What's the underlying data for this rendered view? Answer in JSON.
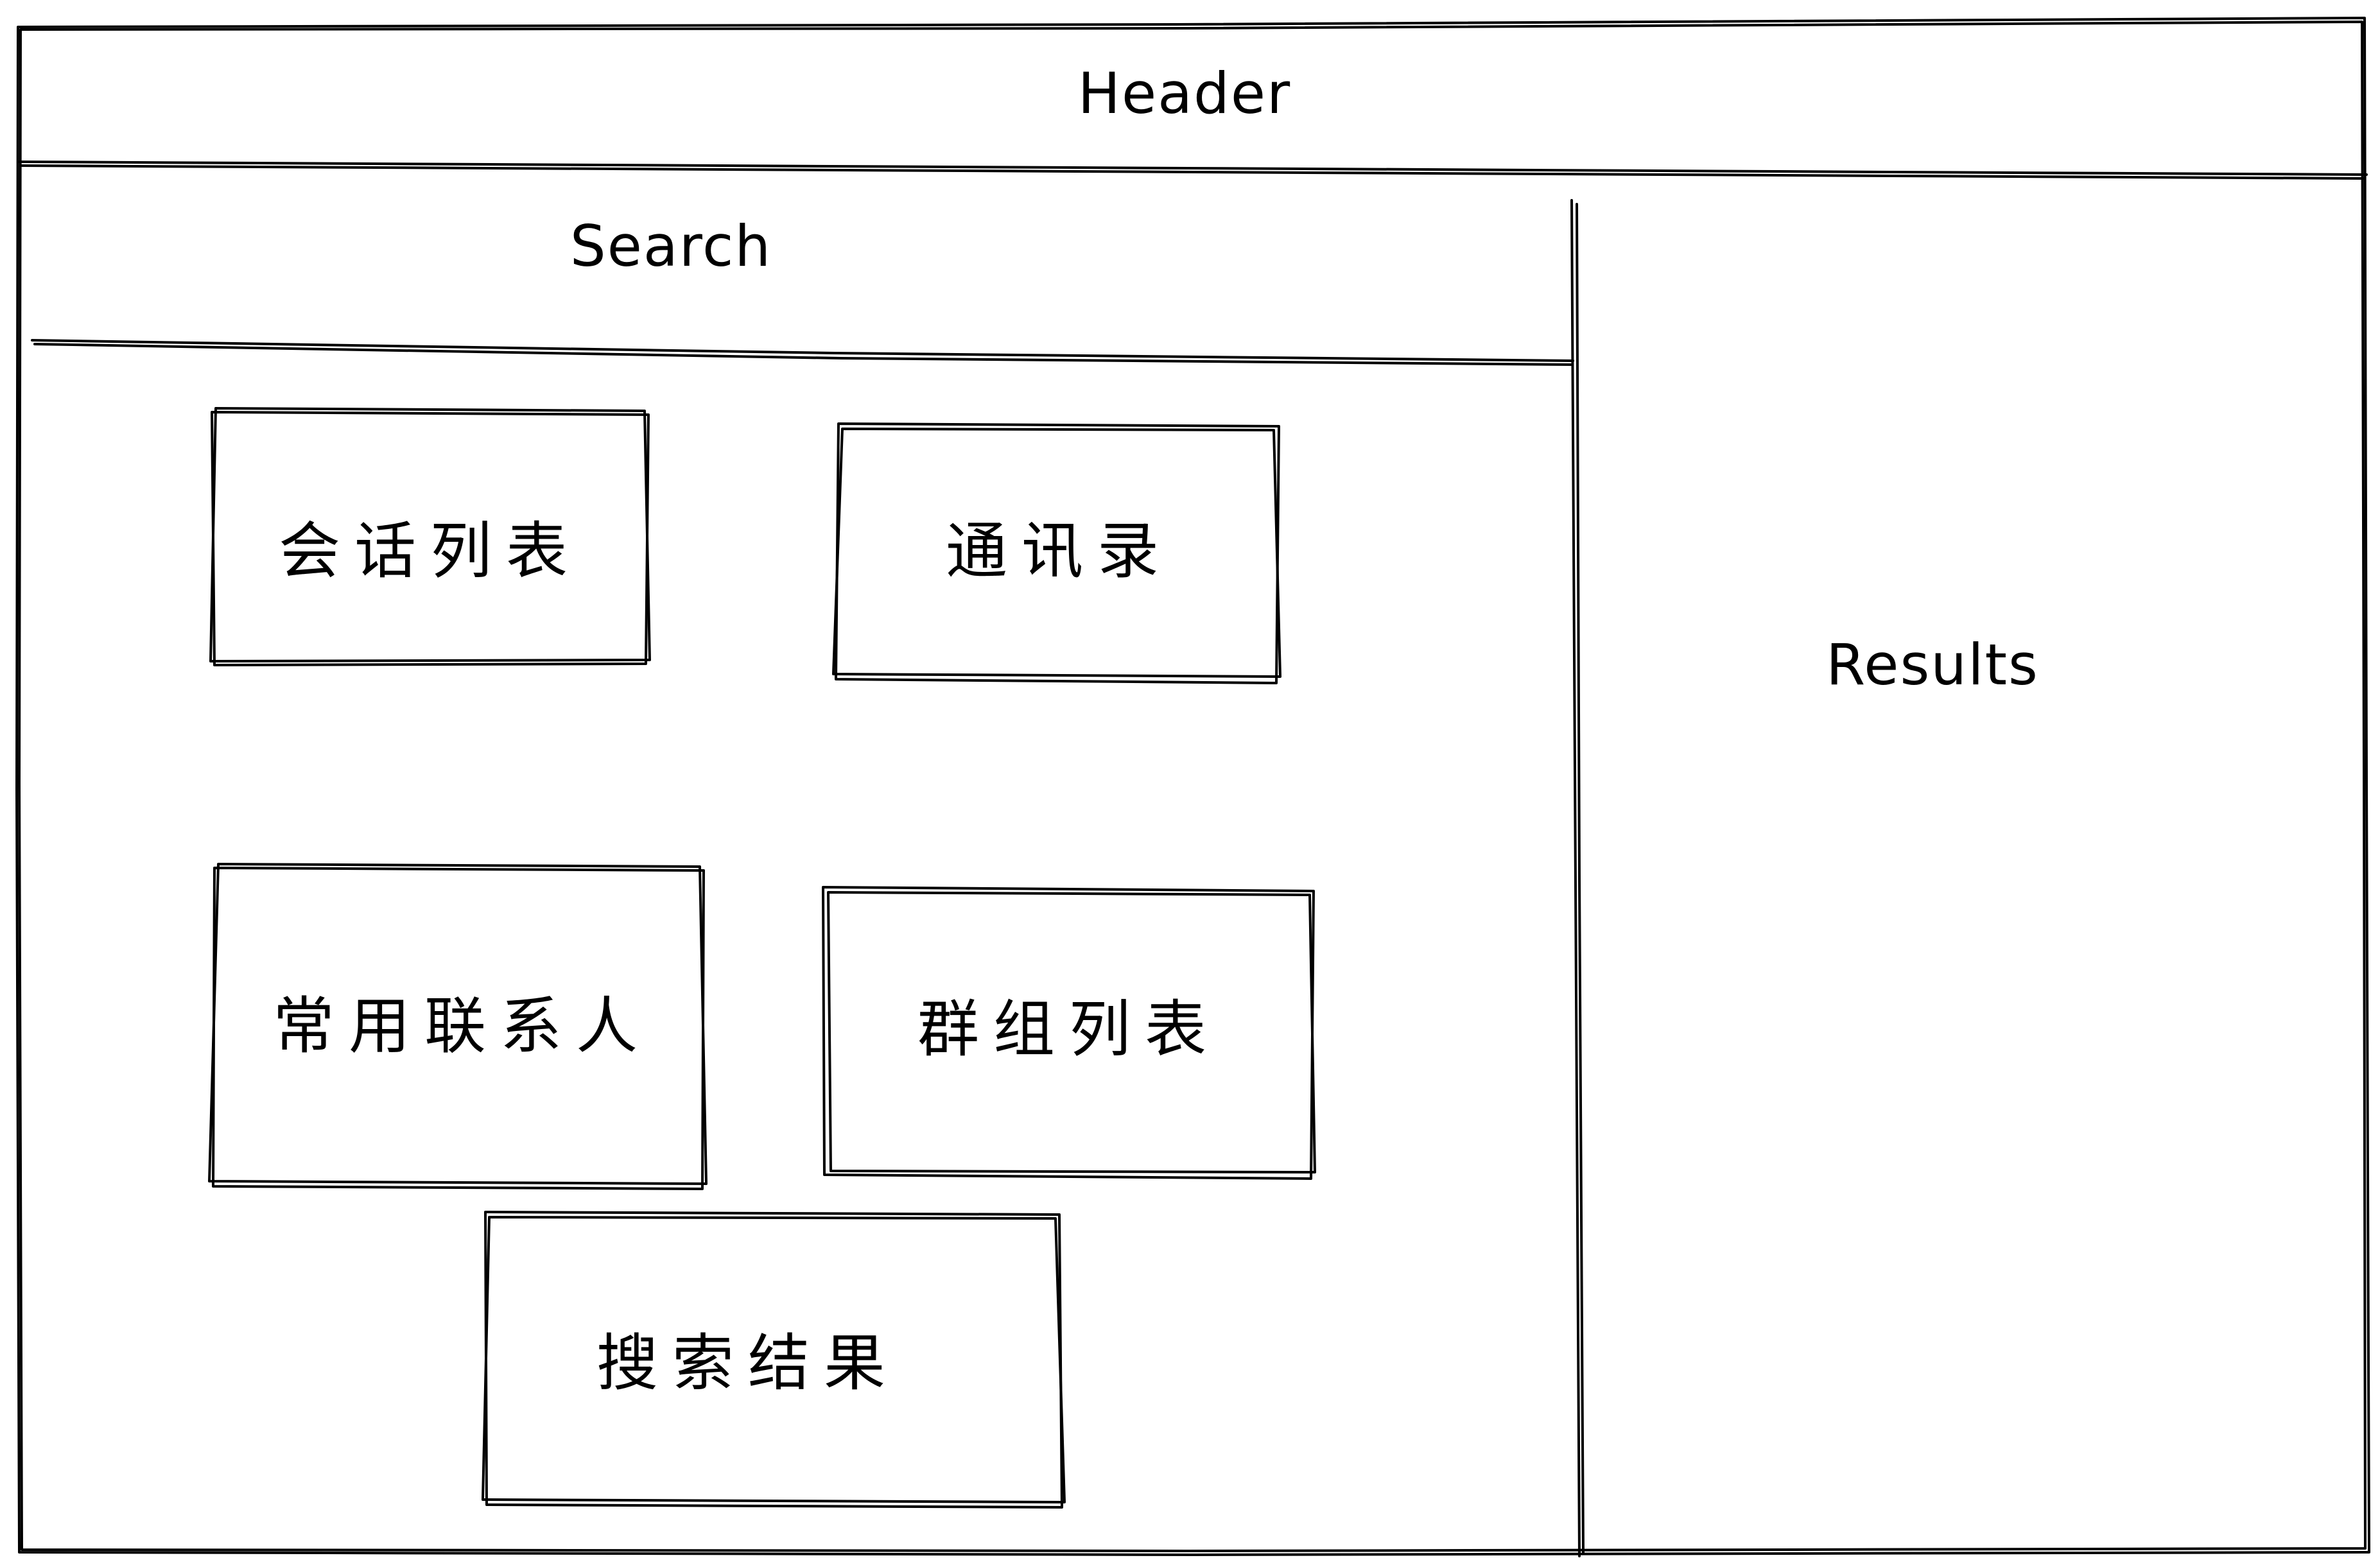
{
  "diagram": {
    "header": {
      "label": "Header"
    },
    "search": {
      "label": "Search"
    },
    "results": {
      "label": "Results"
    },
    "modules": {
      "conversation_list": {
        "label": "会话列表"
      },
      "address_book": {
        "label": "通讯录"
      },
      "frequent_contacts": {
        "label": "常用联系人"
      },
      "group_list": {
        "label": "群组列表"
      },
      "search_results": {
        "label": "搜索结果"
      }
    }
  }
}
